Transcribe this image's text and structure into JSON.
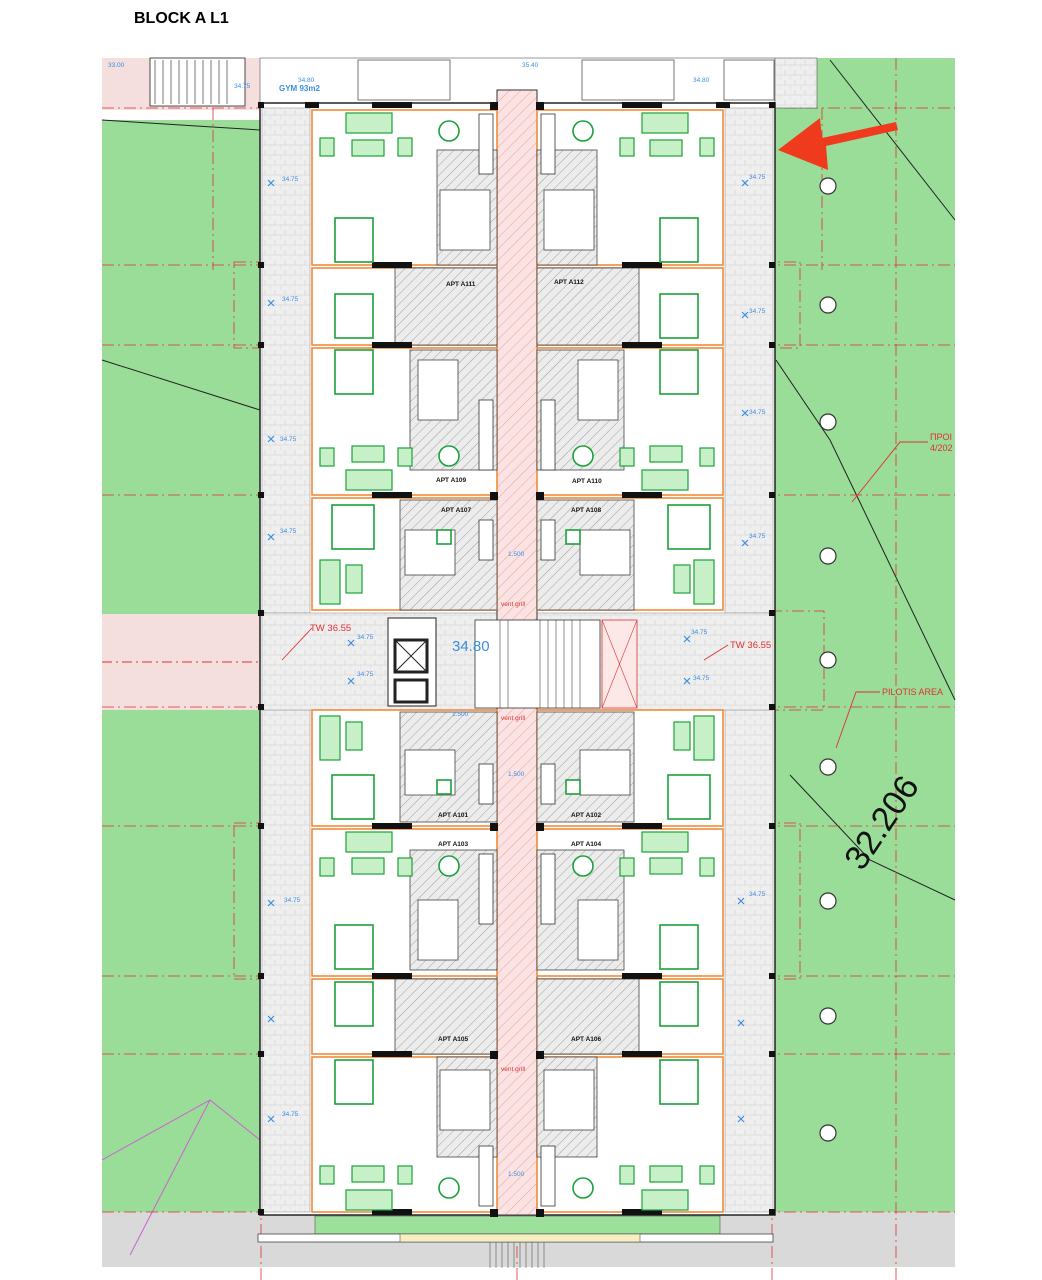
{
  "title": "BLOCK A L1",
  "colors": {
    "lawn": "#99dd99",
    "wall_orange": "#f08a3a",
    "grid_red": "#e03030",
    "furniture_green": "#1aa23a",
    "hatch_grey": "#c8c8c8",
    "corridor_red": "#f4a0a0",
    "dimension_blue": "#3a8ee0",
    "arrow_red": "#f03a1e"
  },
  "apartments": {
    "a111": "APT A111",
    "a112": "APT A112",
    "a109": "APT A109",
    "a110": "APT A110",
    "a107": "APT A107",
    "a108": "APT A108",
    "a101": "APT A101",
    "a102": "APT A102",
    "a103": "APT A103",
    "a104": "APT A104",
    "a105": "APT A105",
    "a106": "APT A106"
  },
  "labels": {
    "gym": "GYM 93m2",
    "tw_left": "TW 36.55",
    "tw_right": "TW 36.55",
    "lobby_level": "34.80",
    "vent_top": "vent grill",
    "vent_mid": "vent grill",
    "vent_bottom": "vent grill",
    "pilotis": "PILOTIS AREA",
    "plot_note_1": "ΠΡΟΙ",
    "plot_note_2": "4/202",
    "boundary_dim": "32.206",
    "lvl_33": "33.00",
    "lvl_3475_a": "34.75",
    "lvl_3480_a": "34.80",
    "lvl_3540": "35.40",
    "lvl_3480_b": "34.80",
    "lvl_3475_b": "34.75",
    "lvl_3475_c": "34.75",
    "lvl_3475_d": "34.75",
    "lvl_3475_e": "34.75",
    "lvl_3475_f": "34.75",
    "lvl_3475_g": "34.75",
    "lvl_3475_h": "34.75",
    "lvl_3475_i": "34.75",
    "lvl_3475_j": "34.75",
    "lvl_3475_k": "34.75",
    "lvl_3475_l": "34.75",
    "lvl_3475_m": "34.75",
    "lvl_3475_n": "34.75",
    "lvl_3475_o": "34.75",
    "lvl_3475_p": "34.75",
    "dim_1500_a": "1.500",
    "dim_1500_b": "1.500",
    "dim_1500_c": "1.500",
    "dim_1500_d": "1.500"
  }
}
